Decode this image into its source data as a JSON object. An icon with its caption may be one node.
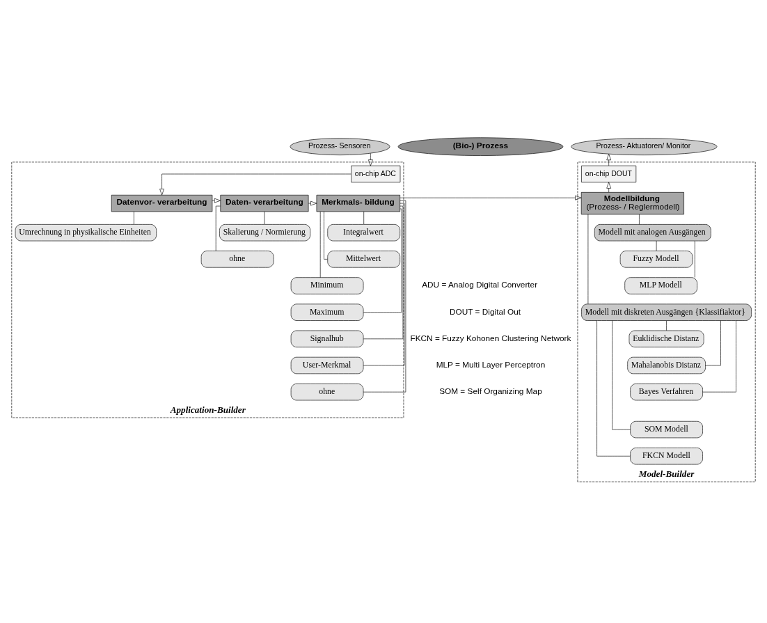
{
  "diagram": {
    "nodes": [
      {
        "text": [
          "(Bio-) Prozess"
        ]
      },
      {
        "text": [
          "Prozess- Sensoren"
        ]
      },
      {
        "text": [
          "Prozess- Aktuatoren/ Monitor"
        ]
      },
      {
        "text": [
          "Application-Builder"
        ]
      },
      {
        "text": [
          "on-chip ADC"
        ],
        "in": 3
      },
      {
        "text": [
          "Datenvor- verarbeitung"
        ],
        "in": 3
      },
      {
        "text": [
          "Umrechnung in physikalische Einheiten"
        ],
        "in": 3
      },
      {
        "text": [
          "Daten- verarbeitung"
        ],
        "in": 3
      },
      {
        "text": [
          "Skalierung / Normierung"
        ],
        "in": 3
      },
      {
        "text": [
          "ohne"
        ],
        "in": 3
      },
      {
        "text": [
          "Merkmals- bildung"
        ],
        "in": 3
      },
      {
        "text": [
          "Integralwert"
        ],
        "in": 3
      },
      {
        "text": [
          "Mittelwert"
        ],
        "in": 3
      },
      {
        "text": [
          "Minimum"
        ],
        "in": 3
      },
      {
        "text": [
          "Maximum"
        ],
        "in": 3
      },
      {
        "text": [
          "Signalhub"
        ],
        "in": 3
      },
      {
        "text": [
          "User-Merkmal"
        ],
        "in": 3
      },
      {
        "text": [
          "ohne"
        ],
        "in": 3
      },
      {
        "text": [
          "Model-Builder"
        ]
      },
      {
        "text": [
          "on-chip DOUT"
        ],
        "in": 18
      },
      {
        "text": [
          "Modellbildung",
          "(Prozess- / Reglermodell)"
        ],
        "in": 18
      },
      {
        "text": [
          "Modell mit analogen Ausgängen"
        ],
        "in": 18
      },
      {
        "text": [
          "Fuzzy Modell"
        ],
        "in": 18
      },
      {
        "text": [
          "MLP Modell"
        ],
        "in": 18
      },
      {
        "text": [
          "Modell mit diskreten Ausgängen {Klassifiaktor}"
        ],
        "in": 18
      },
      {
        "text": [
          "Euklidische Distanz"
        ],
        "in": 18
      },
      {
        "text": [
          "Mahalanobis Distanz"
        ],
        "in": 18
      },
      {
        "text": [
          "Bayes Verfahren"
        ],
        "in": 18
      },
      {
        "text": [
          "SOM Modell"
        ],
        "in": 18
      },
      {
        "text": [
          "FKCN Modell"
        ],
        "in": 18
      }
    ],
    "edges": [
      {
        "from": 1,
        "to": 4,
        "arrow": "to"
      },
      {
        "from": 4,
        "to": 5,
        "arrow": "to"
      },
      {
        "from": 5,
        "to": 7,
        "arrow": "to"
      },
      {
        "from": 7,
        "to": 10,
        "arrow": "to"
      },
      {
        "from": 10,
        "to": 20,
        "arrow": "to"
      },
      {
        "from": 20,
        "to": 19,
        "arrow": "to"
      },
      {
        "from": 19,
        "to": 2,
        "arrow": "to"
      },
      {
        "from": 5,
        "to": 6,
        "arrow": "none"
      },
      {
        "from": 7,
        "to": 8,
        "arrow": "none"
      },
      {
        "from": 7,
        "to": 9,
        "arrow": "none"
      },
      {
        "from": 10,
        "to": 11,
        "arrow": "none"
      },
      {
        "from": 10,
        "to": 12,
        "arrow": "none"
      },
      {
        "from": 10,
        "to": 13,
        "arrow": "none"
      },
      {
        "from": 10,
        "to": 14,
        "arrow": "none"
      },
      {
        "from": 10,
        "to": 15,
        "arrow": "none"
      },
      {
        "from": 10,
        "to": 16,
        "arrow": "none"
      },
      {
        "from": 10,
        "to": 17,
        "arrow": "none"
      },
      {
        "from": 20,
        "to": 21,
        "arrow": "none"
      },
      {
        "from": 20,
        "to": 24,
        "arrow": "none"
      },
      {
        "from": 21,
        "to": 22,
        "arrow": "none"
      },
      {
        "from": 21,
        "to": 23,
        "arrow": "none"
      },
      {
        "from": 24,
        "to": 25,
        "arrow": "none"
      },
      {
        "from": 24,
        "to": 26,
        "arrow": "none"
      },
      {
        "from": 24,
        "to": 27,
        "arrow": "none"
      },
      {
        "from": 24,
        "to": 28,
        "arrow": "none"
      },
      {
        "from": 24,
        "to": 29,
        "arrow": "none"
      }
    ],
    "labels": [
      "ADU = Analog Digital Converter",
      "DOUT = Digital Out",
      "FKCN = Fuzzy Kohonen Clustering Network",
      "MLP = Multi Layer Perceptron",
      "SOM = Self Organizing Map"
    ]
  }
}
